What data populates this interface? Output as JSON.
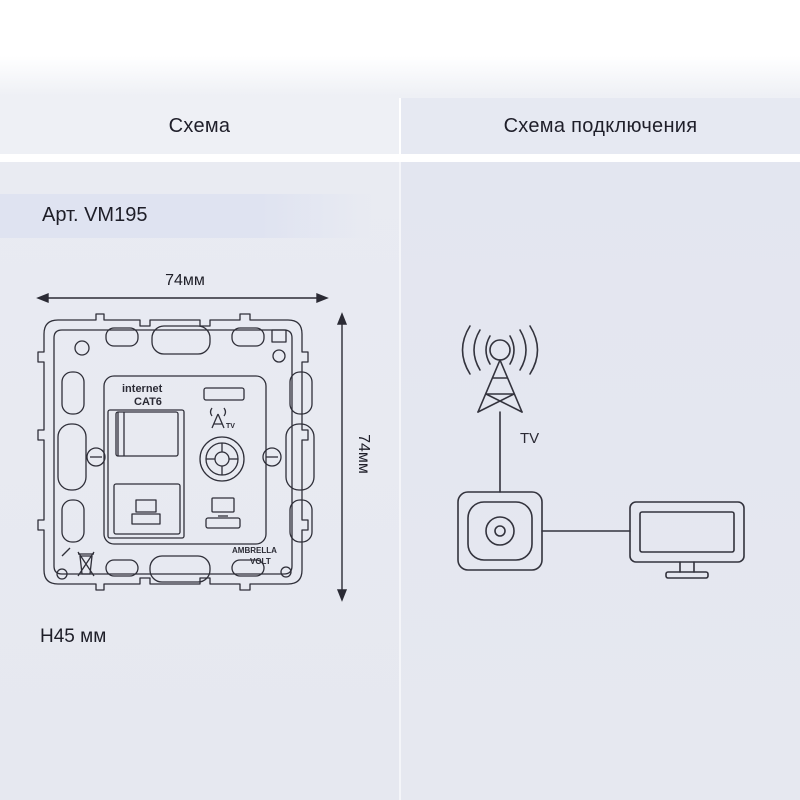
{
  "header": {
    "left_title": "Схема",
    "right_title": "Схема подключения"
  },
  "product": {
    "article": "Арт. VM195",
    "width_dim": "74мм",
    "height_dim": "74мм",
    "depth": "H45 мм"
  },
  "device": {
    "internet_label": "internet",
    "cat_label": "CAT6",
    "tv_mark": "TV",
    "brand_line1": "AMBRELLA",
    "brand_line2": "VOLT"
  },
  "connection": {
    "tv_label": "TV"
  },
  "colors": {
    "line": "#33333d",
    "panel_left": "#e9ebf2",
    "panel_right": "#e4e7f0",
    "accent_bar": "#dfe3f1"
  }
}
